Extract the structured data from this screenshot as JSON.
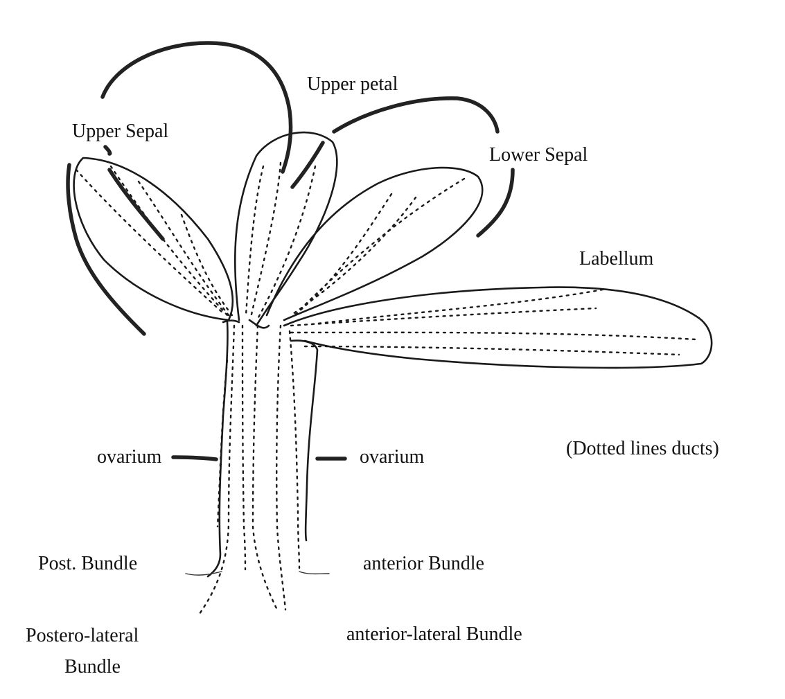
{
  "labels": {
    "upper_petal": "Upper petal",
    "upper_sepal": "Upper Sepal",
    "lower_sepal": "Lower Sepal",
    "labellum": "Labellum",
    "dotted_note": "(Dotted lines ducts)",
    "ovarium_left": "ovarium",
    "ovarium_right": "ovarium",
    "post_bundle": "Post. Bundle",
    "anterior_bundle": "anterior Bundle",
    "postero_lateral_line1": "Postero-lateral",
    "postero_lateral_line2": "Bundle",
    "anterior_lateral_bundle": "anterior-lateral Bundle"
  },
  "colors": {
    "ink": "#1a1a1a",
    "background": "#ffffff"
  }
}
